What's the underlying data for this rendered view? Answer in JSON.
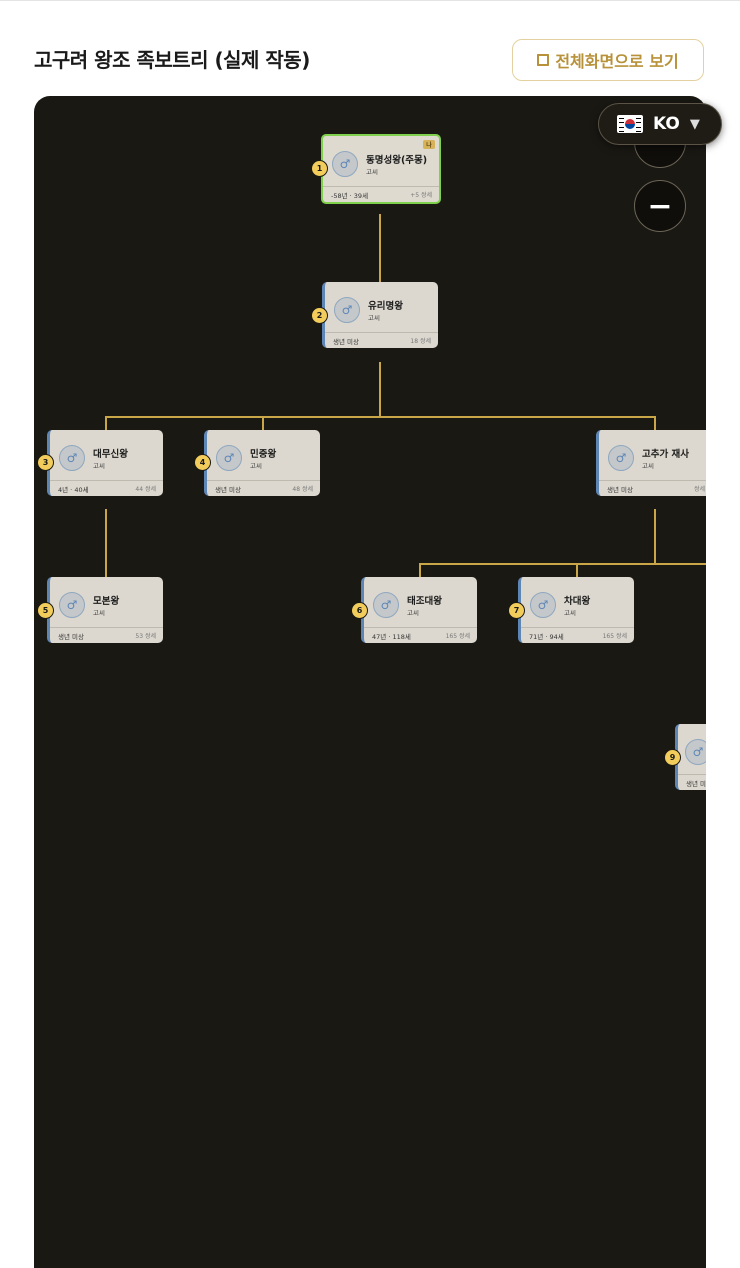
{
  "page": {
    "title": "고구려 왕조 족보트리 (실제 작동)"
  },
  "toolbar": {
    "fullscreen_label": "전체화면으로 보기"
  },
  "language": {
    "code": "KO",
    "flag_icon": "korea-flag-icon"
  },
  "zoom": {
    "out_label": "−"
  },
  "colors": {
    "accent": "#c9a748",
    "canvas": "#1a1813",
    "card": "#dcd8cf",
    "male_border": "#5e86b5",
    "self_border": "#7fd04d",
    "badge": "#f2cd5b"
  },
  "members": [
    {
      "num": "1",
      "name": "동명성왕(주몽)",
      "clan": "고씨",
      "life": "-58년 · 39세",
      "gen": "+5 쌍세",
      "gender_icon": "♂",
      "me_label": "나",
      "self": true
    },
    {
      "num": "2",
      "name": "유리명왕",
      "clan": "고씨",
      "life": "생년 미상",
      "gen": "18 쌍세",
      "gender_icon": "♂"
    },
    {
      "num": "3",
      "name": "대무신왕",
      "clan": "고씨",
      "life": "4년 · 40세",
      "gen": "44 쌍세",
      "gender_icon": "♂"
    },
    {
      "num": "4",
      "name": "민중왕",
      "clan": "고씨",
      "life": "생년 미상",
      "gen": "48 쌍세",
      "gender_icon": "♂"
    },
    {
      "num": "",
      "name": "고추가 재사",
      "clan": "고씨",
      "life": "생년 미상",
      "gen": "쌍세",
      "gender_icon": "♂"
    },
    {
      "num": "5",
      "name": "모본왕",
      "clan": "고씨",
      "life": "생년 미상",
      "gen": "53 쌍세",
      "gender_icon": "♂"
    },
    {
      "num": "6",
      "name": "태조대왕",
      "clan": "고씨",
      "life": "47년 · 118세",
      "gen": "165 쌍세",
      "gender_icon": "♂"
    },
    {
      "num": "7",
      "name": "차대왕",
      "clan": "고씨",
      "life": "71년 · 94세",
      "gen": "165 쌍세",
      "gender_icon": "♂"
    },
    {
      "num": "9",
      "name": "",
      "clan": "",
      "life": "생년 미",
      "gen": "",
      "gender_icon": "♂"
    }
  ]
}
